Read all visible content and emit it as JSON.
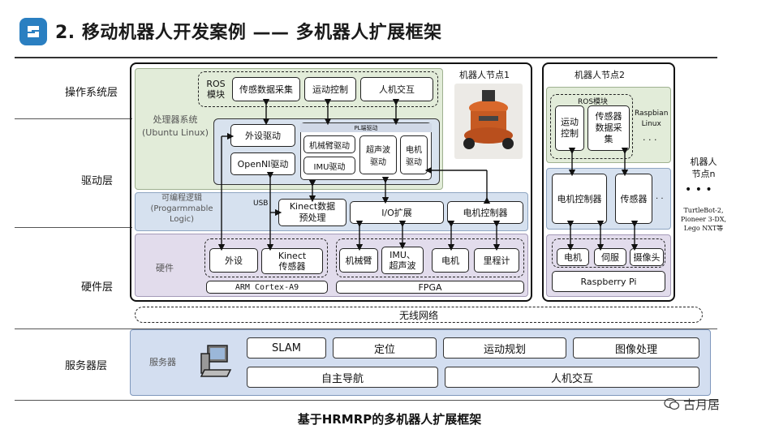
{
  "header": {
    "title": "2. 移动机器人开发案例 —— 多机器人扩展框架"
  },
  "layers": {
    "os": "操作系统层",
    "driver": "驱动层",
    "hardware": "硬件层",
    "server": "服务器层"
  },
  "node1": {
    "title": "机器人节点1",
    "processor_label": "处理器系统\n(Ubuntu Linux)",
    "ros_label": "ROS\n模块",
    "ros_modules": [
      "传感数据采集",
      "运动控制",
      "人机交互"
    ],
    "peripheral_driver": "外设驱动",
    "openni_driver": "OpenNI驱动",
    "pl_driver_title": "PL端驱动",
    "pl_drivers": [
      "机械臂驱动",
      "超声波\n驱动",
      "电机\n驱动",
      "IMU驱动"
    ],
    "pl_label": "可编程逻辑\n(Progarmmable\nLogic)",
    "usb": "USB",
    "pl_boxes": [
      "Kinect数据\n预处理",
      "I/O扩展",
      "电机控制器"
    ],
    "hw_label": "硬件",
    "hw_left": [
      "外设",
      "Kinect\n传感器"
    ],
    "arm_label": "ARM Cortex-A9",
    "hw_right": [
      "机械臂",
      "IMU、\n超声波",
      "电机",
      "里程计"
    ],
    "fpga_label": "FPGA"
  },
  "node2": {
    "title": "机器人节点2",
    "ros_label": "ROS模块",
    "ros_modules": [
      "运动\n控制",
      "传感器\n数据采\n集"
    ],
    "raspbian": "Raspbian\nLinux",
    "dots": "· · ·",
    "driver_boxes": [
      "电机控制器",
      "传感器"
    ],
    "driver_dots": "· ·",
    "hw_boxes": [
      "电机",
      "伺服",
      "摄像头"
    ],
    "board": "Raspberry Pi"
  },
  "noden": {
    "title": "机器人\n节点n",
    "dots": "• • •",
    "examples": "TurtleBot-2,\nPioneer 3-DX,\nLego NXT等"
  },
  "wireless": "无线网络",
  "server": {
    "label": "服务器",
    "row1": [
      "SLAM",
      "定位",
      "运动规划",
      "图像处理"
    ],
    "row2": [
      "自主导航",
      "人机交互"
    ]
  },
  "caption": "基于HRMRP的多机器人扩展框架",
  "watermark": "古月居"
}
